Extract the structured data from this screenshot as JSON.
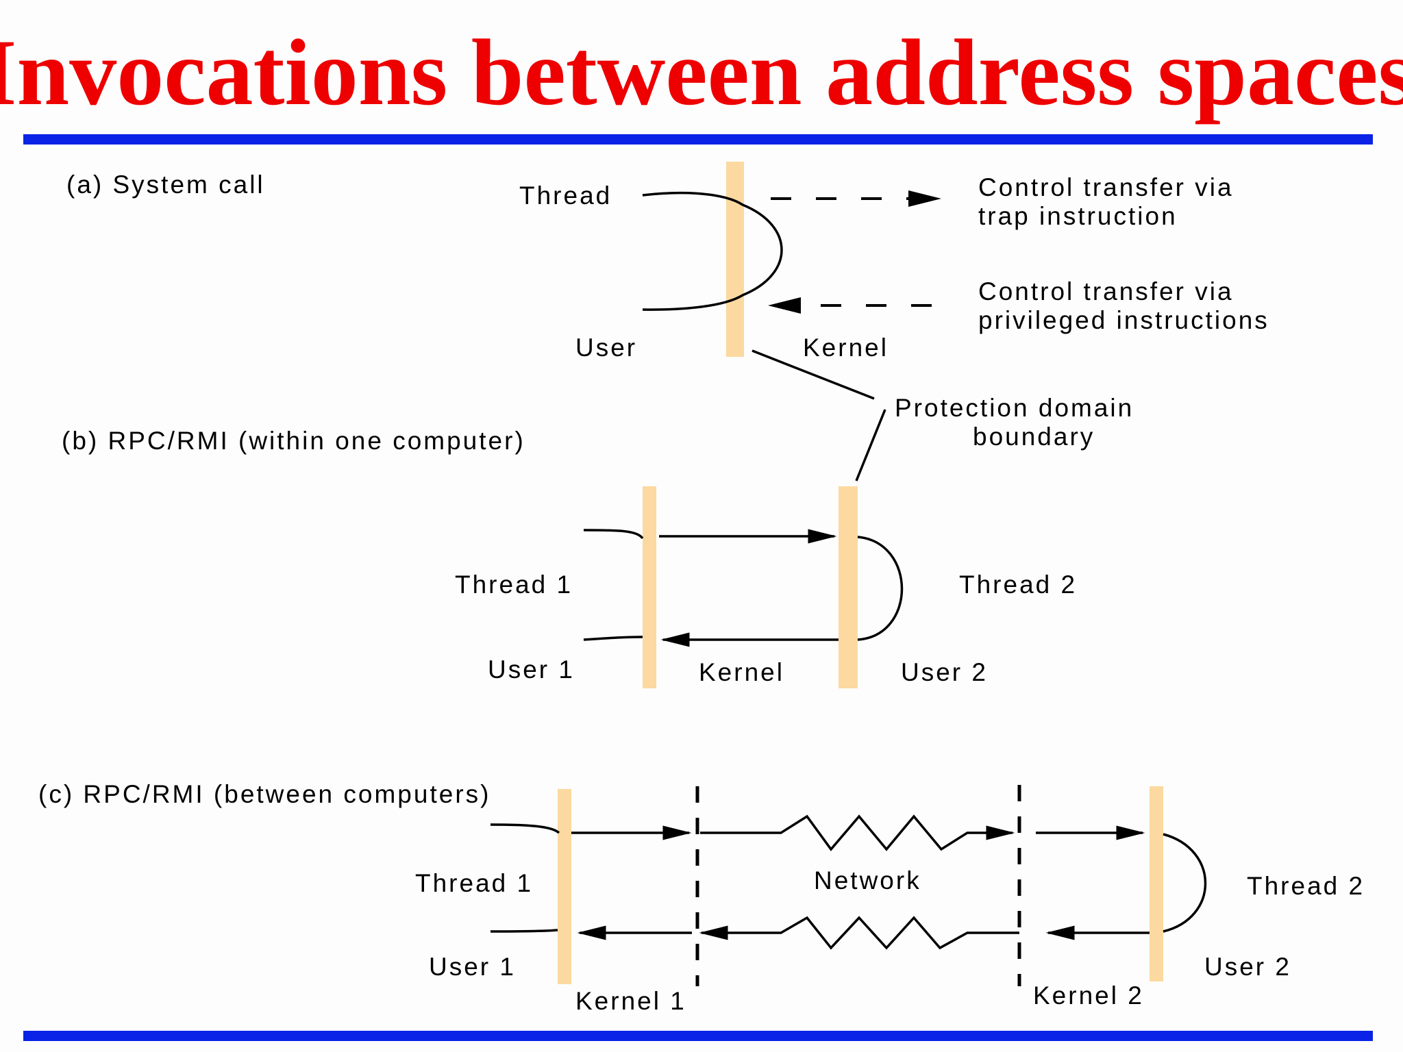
{
  "title": "Invocations between address spaces",
  "colors": {
    "title": "#ee0000",
    "rule": "#0a23e6",
    "boundary": "#fcd9a0",
    "background": "#fdfdfe"
  },
  "section_a": {
    "heading": "(a) System call",
    "thread": "Thread",
    "user": "User",
    "kernel": "Kernel",
    "note_trap_line1": "Control transfer via",
    "note_trap_line2": "trap instruction",
    "note_priv_line1": "Control transfer via",
    "note_priv_line2": "privileged instructions"
  },
  "protection": {
    "line1": "Protection domain",
    "line2": "boundary"
  },
  "section_b": {
    "heading": "(b) RPC/RMI (within one computer)",
    "thread1": "Thread 1",
    "thread2": "Thread 2",
    "user1": "User 1",
    "user2": "User 2",
    "kernel": "Kernel"
  },
  "section_c": {
    "heading": "(c) RPC/RMI (between computers)",
    "thread1": "Thread 1",
    "thread2": "Thread 2",
    "user1": "User 1",
    "user2": "User 2",
    "network": "Network",
    "kernel1": "Kernel 1",
    "kernel2": "Kernel 2"
  }
}
